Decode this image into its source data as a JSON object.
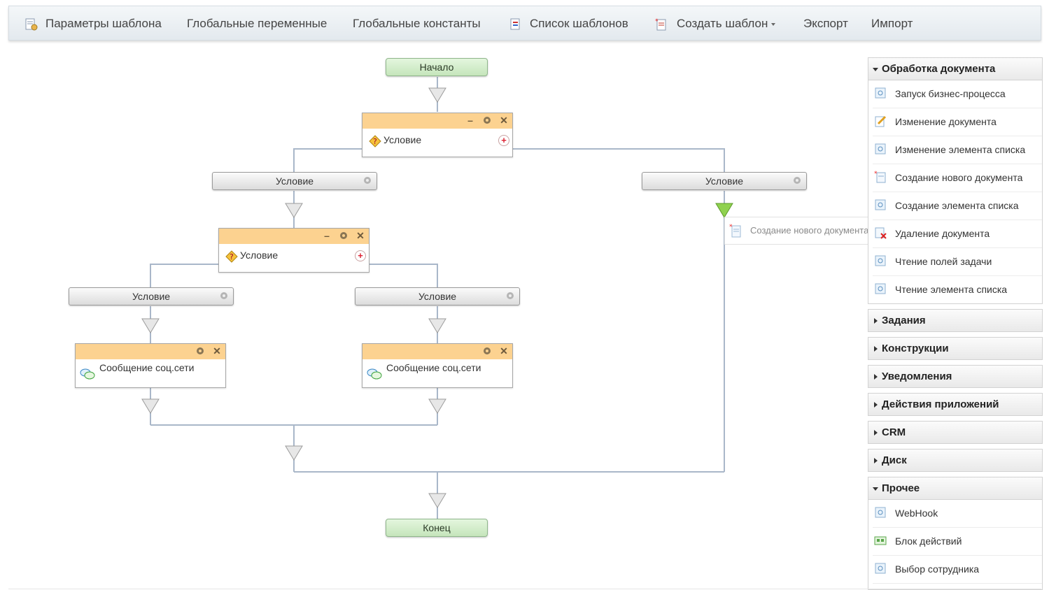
{
  "toolbar": {
    "template_params": "Параметры шаблона",
    "global_vars": "Глобальные переменные",
    "global_consts": "Глобальные константы",
    "template_list": "Список шаблонов",
    "create_template": "Создать шаблон",
    "export": "Экспорт",
    "import": "Импорт"
  },
  "diagram": {
    "start": "Начало",
    "end": "Конец",
    "cond_top": "Условие",
    "branch_left": "Условие",
    "branch_right": "Условие",
    "cond_mid": "Условие",
    "branch_ll": "Условие",
    "branch_lr": "Условие",
    "msg_left": "Сообщение соц.сети",
    "msg_right": "Сообщение соц.сети",
    "drag_ghost": "Создание нового документа"
  },
  "panel": {
    "groups": [
      {
        "label": "Обработка документа",
        "expanded": true,
        "items": [
          {
            "label": "Запуск бизнес-процесса",
            "icon": "process-icon"
          },
          {
            "label": "Изменение документа",
            "icon": "edit-document-icon"
          },
          {
            "label": "Изменение элемента списка",
            "icon": "process-icon"
          },
          {
            "label": "Создание нового документа",
            "icon": "new-document-icon"
          },
          {
            "label": "Создание элемента списка",
            "icon": "process-icon"
          },
          {
            "label": "Удаление документа",
            "icon": "delete-document-icon"
          },
          {
            "label": "Чтение полей задачи",
            "icon": "process-icon"
          },
          {
            "label": "Чтение элемента списка",
            "icon": "process-icon"
          }
        ]
      },
      {
        "label": "Задания",
        "expanded": false
      },
      {
        "label": "Конструкции",
        "expanded": false
      },
      {
        "label": "Уведомления",
        "expanded": false
      },
      {
        "label": "Действия приложений",
        "expanded": false
      },
      {
        "label": "CRM",
        "expanded": false
      },
      {
        "label": "Диск",
        "expanded": false
      },
      {
        "label": "Прочее",
        "expanded": true,
        "items": [
          {
            "label": "WebHook",
            "icon": "process-icon"
          },
          {
            "label": "Блок действий",
            "icon": "action-block-icon"
          },
          {
            "label": "Выбор сотрудника",
            "icon": "process-icon"
          }
        ]
      }
    ]
  },
  "colors": {
    "header_orange": "#fcd290",
    "terminal_green": "#c5e5bb",
    "wire": "#a9b7c9",
    "active_arrow": "#8fd14f"
  }
}
